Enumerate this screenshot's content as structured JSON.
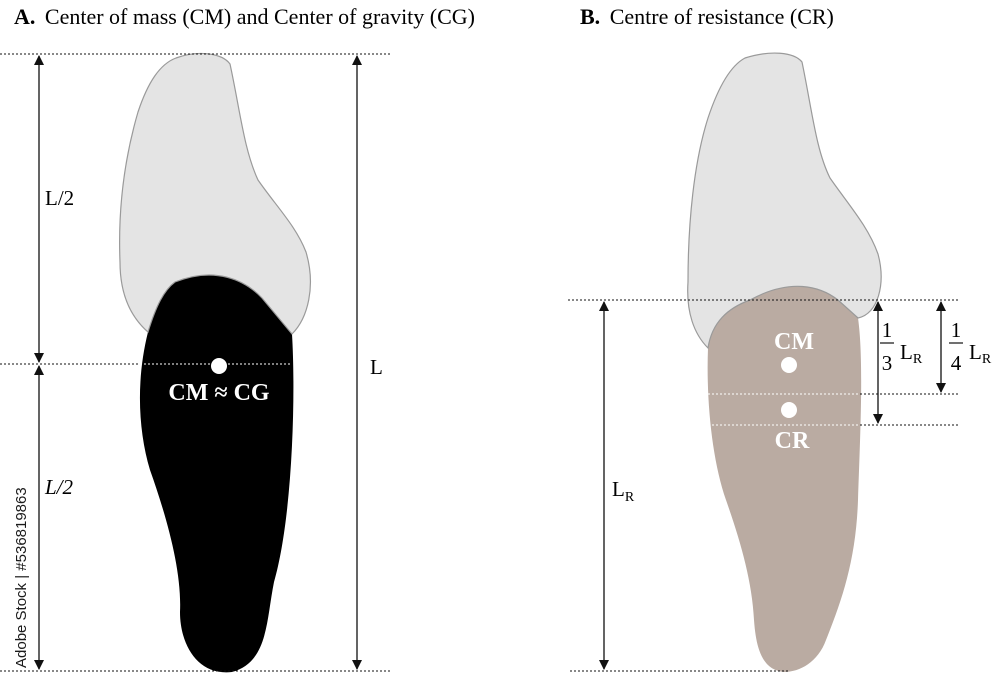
{
  "colors": {
    "crown": "#e4e4e4",
    "crown_stroke": "#9a9a9a",
    "root": "#baaba2",
    "point": "#ffffff",
    "line": "#111111"
  },
  "panel_a": {
    "letter": "A.",
    "title": "Center of mass (CM) and Center of gravity (CG)",
    "upper_half_label": "L/2",
    "lower_half_label": "L/2",
    "full_length_label": "L",
    "point_label": "CM ≈ CG"
  },
  "panel_b": {
    "letter": "B.",
    "title": "Centre of resistance (CR)",
    "cm_label": "CM",
    "cr_label": "CR",
    "root_length_label": "L",
    "root_length_sub": "R",
    "third_num": "1",
    "third_den": "3",
    "third_label": "L",
    "third_sub": "R",
    "quarter_num": "1",
    "quarter_den": "4",
    "quarter_label": "L",
    "quarter_sub": "R"
  },
  "watermark": "Adobe Stock | #536819863"
}
